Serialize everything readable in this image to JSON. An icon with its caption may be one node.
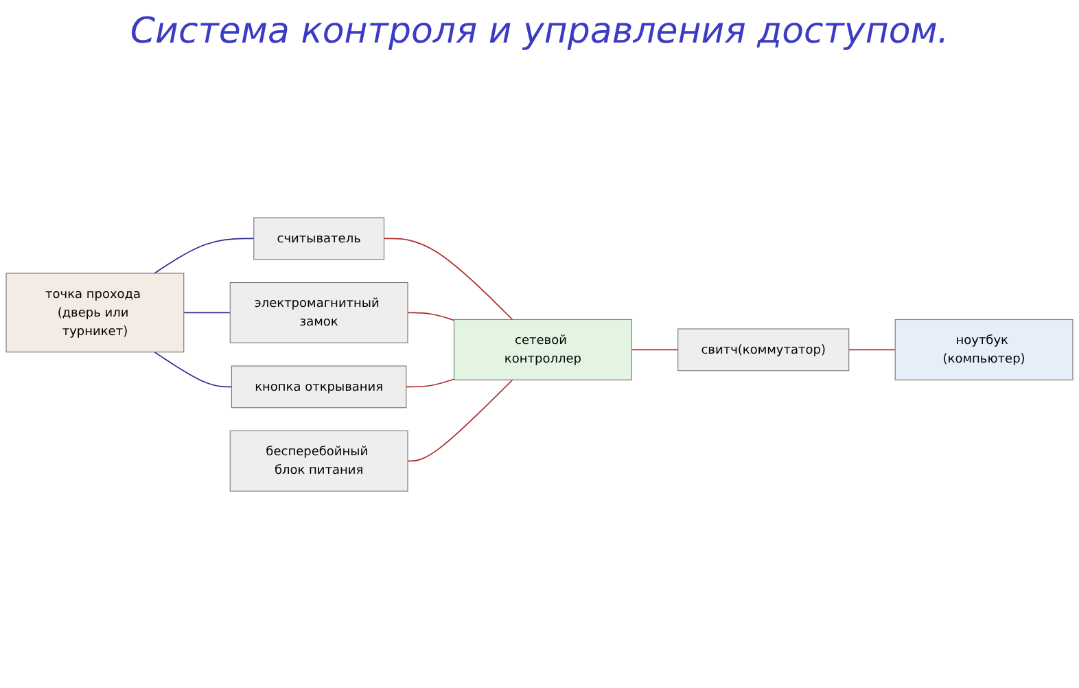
{
  "diagram": {
    "title": "Система контроля и управления доступом.",
    "nodes": [
      {
        "text": [
          "точка прохода (дверь или турникет)"
        ]
      },
      {
        "text": [
          "считыватель"
        ]
      },
      {
        "text": [
          "бесперебойный блок питания"
        ]
      },
      {
        "text": [
          "электромагнитный замок"
        ]
      },
      {
        "text": [
          "сетевой контроллер"
        ]
      },
      {
        "text": [
          "свитч(коммутатор)"
        ]
      },
      {
        "text": [
          "кнопка открывания"
        ]
      },
      {
        "text": [
          "ноутбук (компьютер)"
        ]
      }
    ],
    "edges": [
      {
        "from": 0,
        "to": 1,
        "arrow": "none",
        "color": "#2b2b9a"
      },
      {
        "from": 0,
        "to": 3,
        "arrow": "none",
        "color": "#2b2b9a"
      },
      {
        "from": 0,
        "to": 6,
        "arrow": "none",
        "color": "#2b2b9a"
      },
      {
        "from": 1,
        "to": 4,
        "arrow": "none"
      },
      {
        "from": 3,
        "to": 4,
        "arrow": "none"
      },
      {
        "from": 6,
        "to": 4,
        "arrow": "none"
      },
      {
        "from": 2,
        "to": 4,
        "arrow": "none"
      },
      {
        "from": 4,
        "to": 5,
        "arrow": "none"
      },
      {
        "from": 5,
        "to": 7,
        "arrow": "none"
      }
    ]
  }
}
